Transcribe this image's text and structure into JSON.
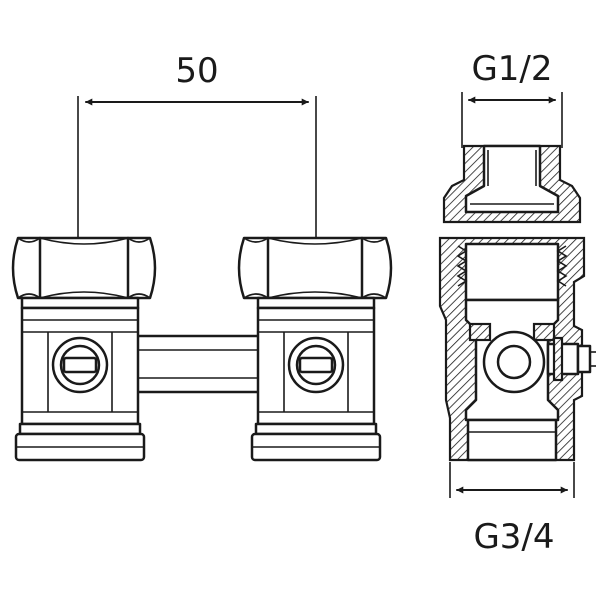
{
  "dimensions": {
    "spacing_label": "50",
    "top_thread_label": "G1/2",
    "bottom_thread_label": "G3/4"
  },
  "colors": {
    "line": "#1a1a1a",
    "background": "#ffffff"
  }
}
